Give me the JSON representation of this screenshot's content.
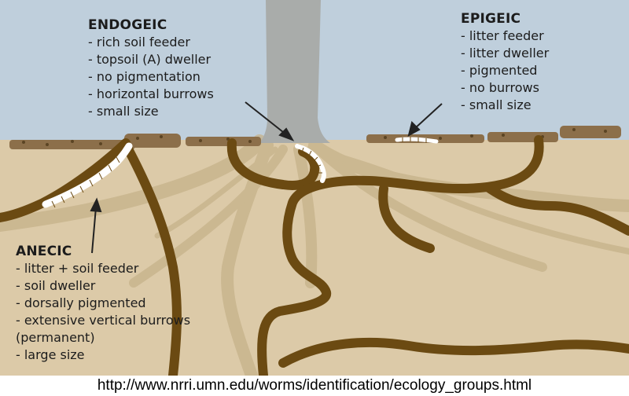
{
  "groups": {
    "endogeic": {
      "title": "ENDOGEIC",
      "traits": [
        "- rich soil feeder",
        "- topsoil (A) dweller",
        "- no pigmentation",
        "- horizontal burrows",
        "- small size"
      ]
    },
    "epigeic": {
      "title": "EPIGEIC",
      "traits": [
        "- litter feeder",
        "- litter dweller",
        "- pigmented",
        "- no burrows",
        "- small size"
      ]
    },
    "anecic": {
      "title": "ANECIC",
      "traits": [
        "- litter + soil feeder",
        "- soil dweller",
        "- dorsally pigmented",
        "- extensive vertical burrows",
        "(permanent)",
        "- large size"
      ]
    }
  },
  "source_url": "http://www.nrri.umn.edu/worms/identification/ecology_groups.html",
  "colors": {
    "sky": "#bfcfdc",
    "soil": "#dccaa8",
    "burrow": "#6b4a12",
    "root": "#c8b590",
    "tree_trunk": "#a9acaa",
    "worm": "#ffffff",
    "text": "#1c1c1c"
  }
}
